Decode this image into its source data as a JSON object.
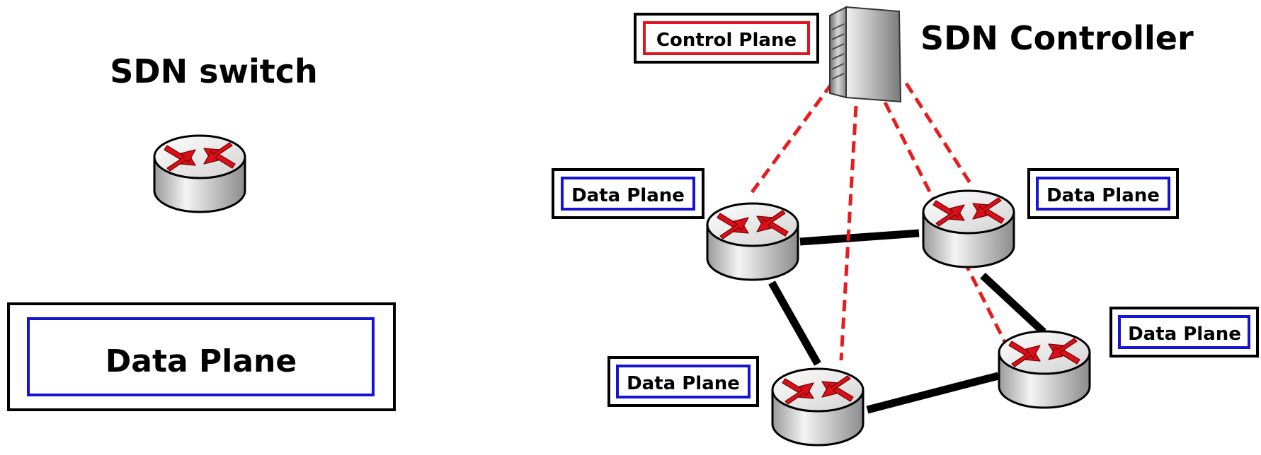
{
  "left_panel": {
    "title": "SDN switch",
    "plane_label": "Data Plane"
  },
  "right_panel": {
    "controller_title": "SDN Controller",
    "control_plane_label": "Control Plane",
    "data_plane_labels": [
      "Data Plane",
      "Data Plane",
      "Data Plane",
      "Data Plane"
    ]
  },
  "colors": {
    "control_plane_border": "#e0141e",
    "data_plane_border": "#1414d2",
    "control_link": "#e81c1c",
    "data_link": "#000000",
    "router_arrow": "#d8101a"
  },
  "icons": {
    "switch": "router-icon",
    "controller": "server-icon"
  }
}
